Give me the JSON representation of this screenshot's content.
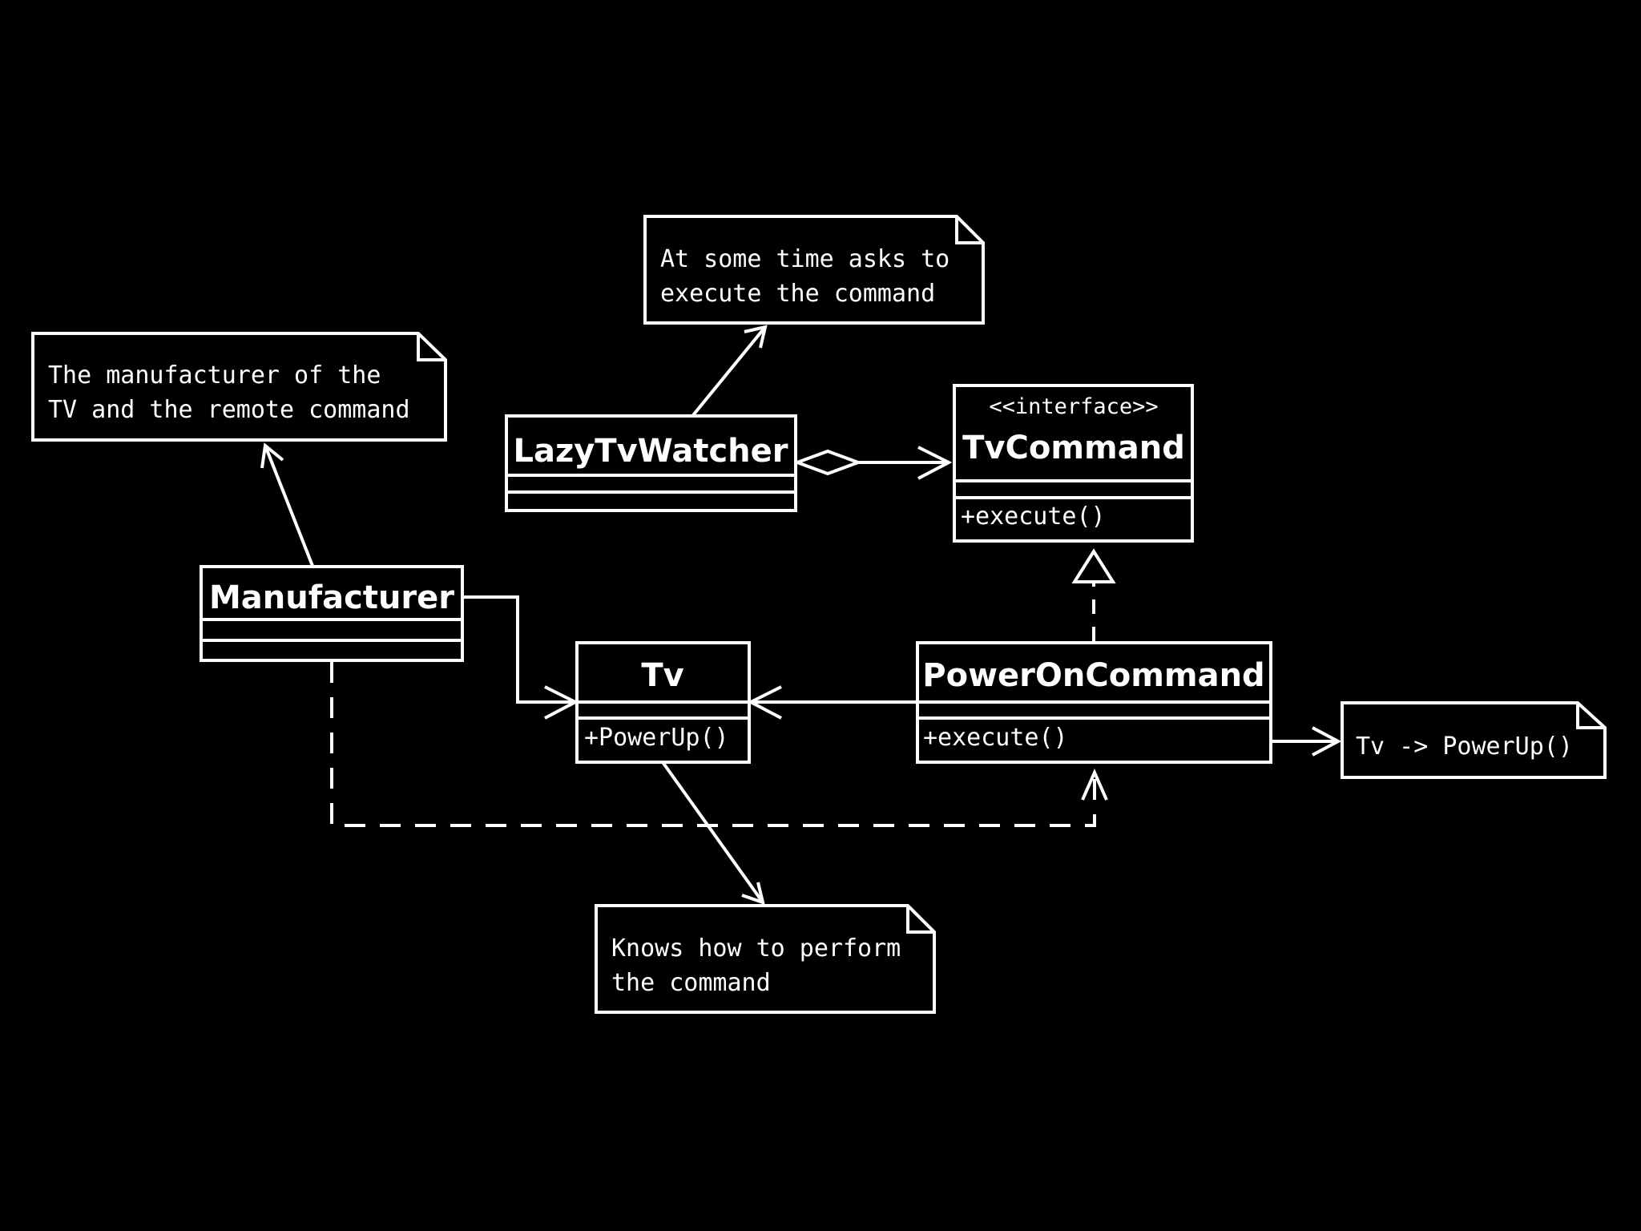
{
  "diagram": {
    "notes": {
      "manufacturer_note": [
        "The manufacturer of the",
        "TV and the remote command"
      ],
      "watcher_note": [
        "At some time asks to",
        "execute the command"
      ],
      "tv_note": [
        "Knows how to perform",
        "the command"
      ],
      "command_note": [
        "Tv -> PowerUp()"
      ]
    },
    "classes": {
      "manufacturer": {
        "name": "Manufacturer"
      },
      "lazy_tv_watcher": {
        "name": "LazyTvWatcher"
      },
      "tv_command": {
        "stereotype": "<<interface>>",
        "name": "TvCommand",
        "method": "+execute()"
      },
      "tv": {
        "name": "Tv",
        "method": "+PowerUp()"
      },
      "power_on_command": {
        "name": "PowerOnCommand",
        "method": "+execute()"
      }
    }
  }
}
